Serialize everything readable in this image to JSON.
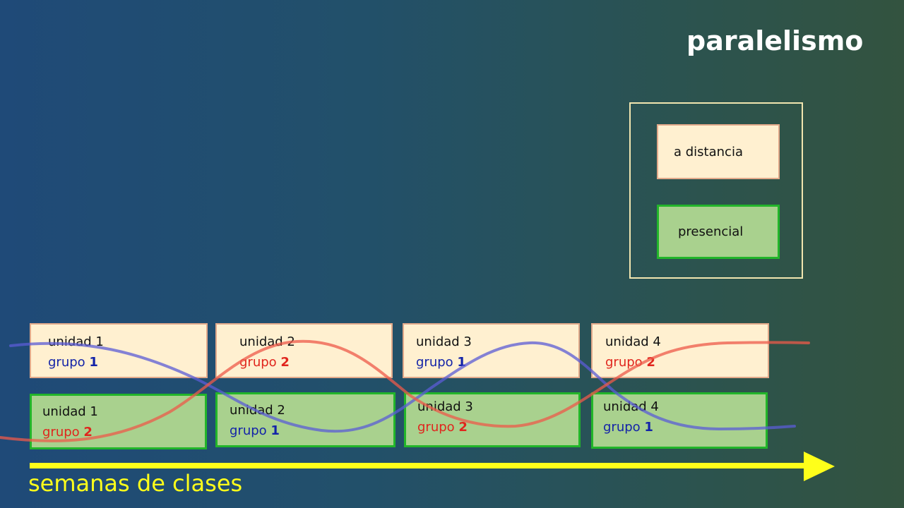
{
  "title": "paralelismo",
  "legend": {
    "distancia": "a distancia",
    "presencial": "presencial"
  },
  "top_row": [
    {
      "unit": "unidad 1",
      "group_word": "grupo",
      "group_num": "1",
      "group_color": "blue"
    },
    {
      "unit": "unidad 2",
      "group_word": "grupo",
      "group_num": "2",
      "group_color": "red"
    },
    {
      "unit": "unidad 3",
      "group_word": "grupo",
      "group_num": "1",
      "group_color": "blue"
    },
    {
      "unit": "unidad 4",
      "group_word": "grupo",
      "group_num": "2",
      "group_color": "red"
    }
  ],
  "bottom_row": [
    {
      "unit": "unidad 1",
      "group_word": "grupo",
      "group_num": "2",
      "group_color": "red"
    },
    {
      "unit": "unidad 2",
      "group_word": "grupo",
      "group_num": "1",
      "group_color": "blue"
    },
    {
      "unit": "unidad 3",
      "group_word": "grupo",
      "group_num": "2",
      "group_color": "red"
    },
    {
      "unit": "unidad 4",
      "group_word": "grupo",
      "group_num": "1",
      "group_color": "blue"
    }
  ],
  "axis_label": "semanas de clases",
  "colors": {
    "distancia_fill": "#fff0d0",
    "presencial_fill": "#a9d18e",
    "presencial_border": "#22b52a",
    "group1_text": "#1323a8",
    "group2_text": "#e0251d",
    "arrow": "#ffff1a"
  }
}
